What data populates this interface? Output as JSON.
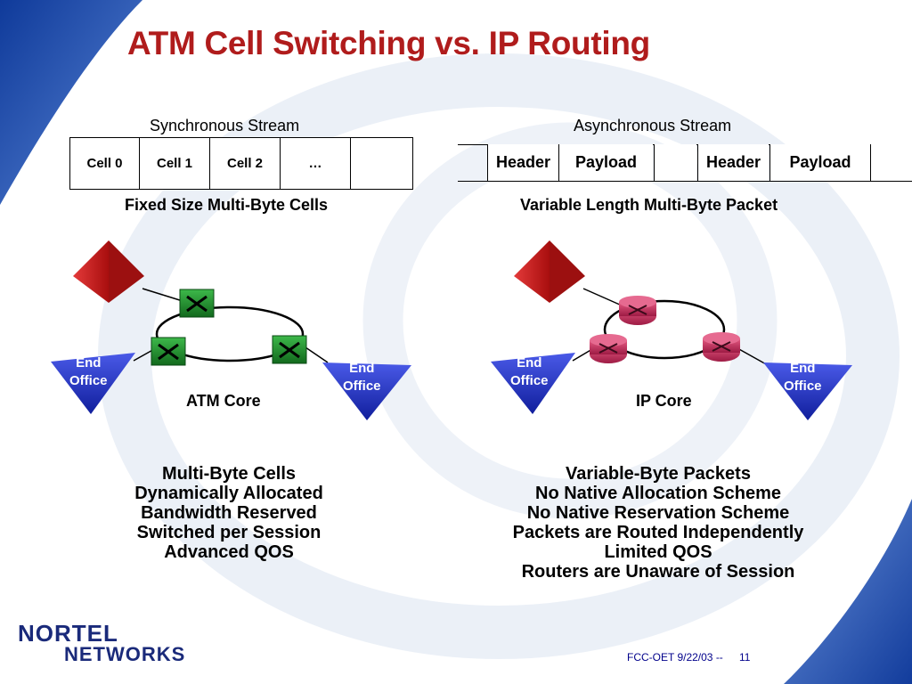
{
  "slide": {
    "title": "ATM Cell Switching vs. IP Routing",
    "footer_text": "FCC-OET 9/22/03 --",
    "page_number": "11"
  },
  "logo": {
    "line1": "NORTEL",
    "line2": "NETWORKS"
  },
  "left": {
    "stream_label": "Synchronous Stream",
    "cells": [
      "Cell 0",
      "Cell 1",
      "Cell 2",
      "…",
      ""
    ],
    "caption": "Fixed Size Multi-Byte Cells",
    "core_label": "ATM Core",
    "end_office_left": [
      "End",
      "Office"
    ],
    "end_office_right": [
      "End",
      "Office"
    ],
    "features": [
      "Multi-Byte Cells",
      "Dynamically Allocated",
      "Bandwidth Reserved",
      "Switched per Session",
      "Advanced QOS"
    ]
  },
  "right": {
    "stream_label": "Asynchronous Stream",
    "packet_fields": [
      "Header",
      "Payload",
      "",
      "Header",
      "Payload",
      ""
    ],
    "caption": "Variable Length Multi-Byte Packet",
    "core_label": "IP Core",
    "end_office_left": [
      "End",
      "Office"
    ],
    "end_office_right": [
      "End",
      "Office"
    ],
    "features": [
      "Variable-Byte Packets",
      "No Native Allocation Scheme",
      "No Native Reservation Scheme",
      "Packets are Routed Independently",
      "Limited QOS",
      "Routers are Unaware of Session"
    ]
  },
  "colors": {
    "title": "#b01c1c",
    "end_office": "#2a2ad0",
    "atm_switch": "#1f8a2c",
    "ip_router": "#c8305a",
    "server": "#c81e1e",
    "background_swoosh": "#1e4aa8"
  },
  "icons": [
    "server-pyramid-icon",
    "atm-switch-icon",
    "ip-router-icon",
    "end-office-icon"
  ]
}
